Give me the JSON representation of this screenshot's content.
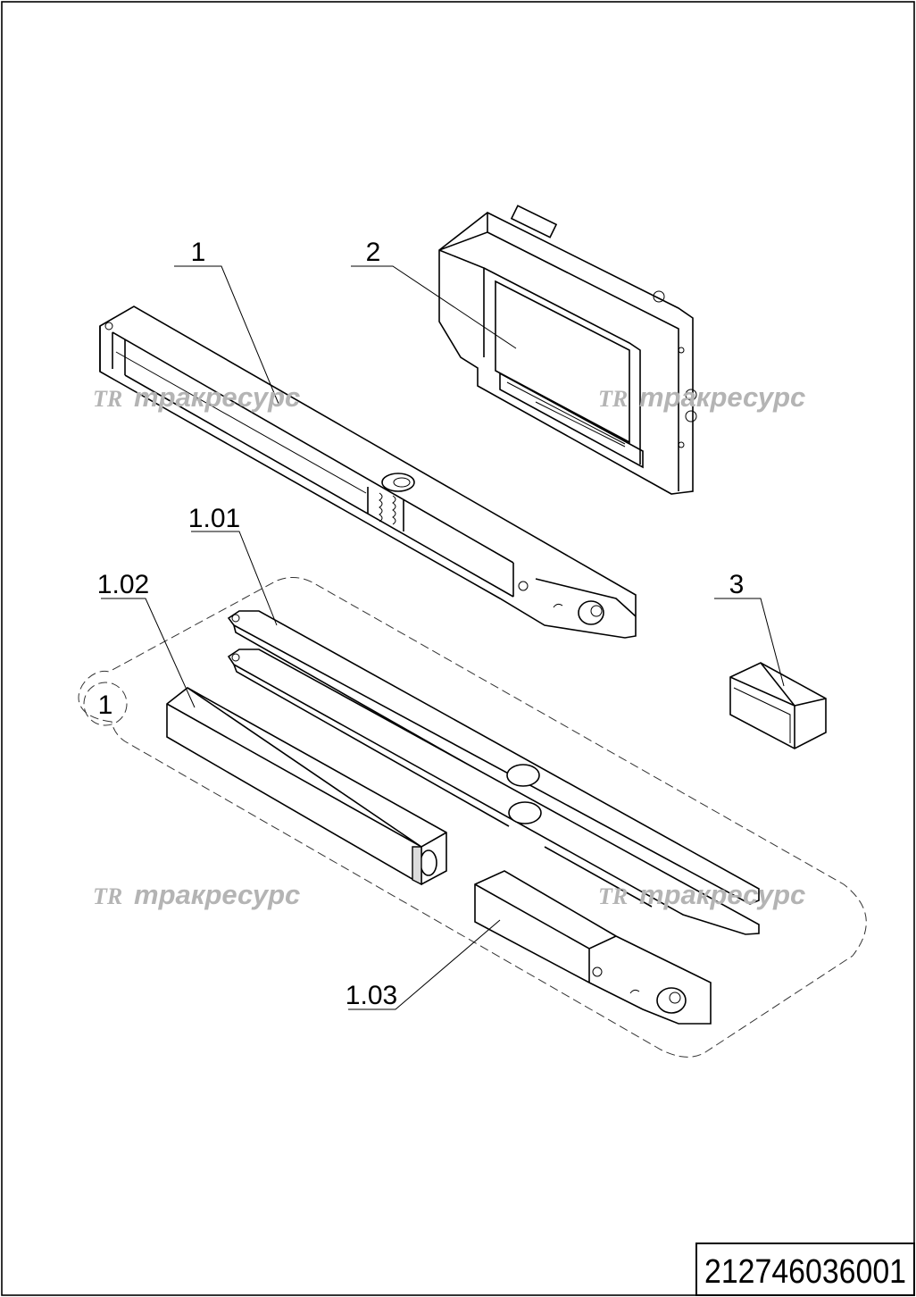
{
  "callouts": {
    "c1": "1",
    "c2": "2",
    "c1_01": "1.01",
    "c1_02": "1.02",
    "c3": "3",
    "c1_03": "1.03",
    "detail_ref": "1"
  },
  "watermark": {
    "logo": "TR",
    "text": "тракресурс"
  },
  "title_block": {
    "part_number": "212746036001"
  }
}
